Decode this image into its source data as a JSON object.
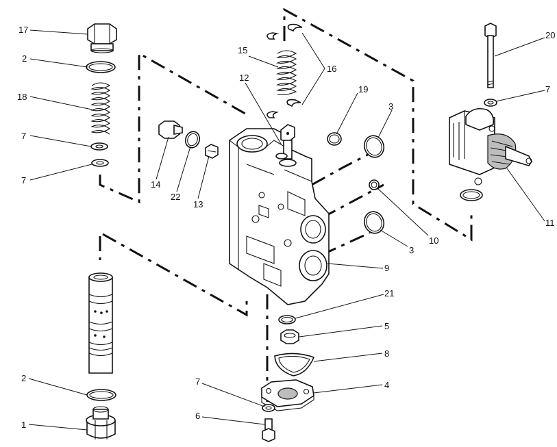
{
  "diagram": {
    "callouts": [
      {
        "id": "c17",
        "label": "17"
      },
      {
        "id": "c2a",
        "label": "2"
      },
      {
        "id": "c18",
        "label": "18"
      },
      {
        "id": "c7a",
        "label": "7"
      },
      {
        "id": "c7b",
        "label": "7"
      },
      {
        "id": "c14",
        "label": "14"
      },
      {
        "id": "c22",
        "label": "22"
      },
      {
        "id": "c13",
        "label": "13"
      },
      {
        "id": "c15",
        "label": "15"
      },
      {
        "id": "c12",
        "label": "12"
      },
      {
        "id": "c16",
        "label": "16"
      },
      {
        "id": "c19",
        "label": "19"
      },
      {
        "id": "c3a",
        "label": "3"
      },
      {
        "id": "c20",
        "label": "20"
      },
      {
        "id": "c7c",
        "label": "7"
      },
      {
        "id": "c11",
        "label": "11"
      },
      {
        "id": "c10",
        "label": "10"
      },
      {
        "id": "c3b",
        "label": "3"
      },
      {
        "id": "c9",
        "label": "9"
      },
      {
        "id": "c21",
        "label": "21"
      },
      {
        "id": "c5",
        "label": "5"
      },
      {
        "id": "c8",
        "label": "8"
      },
      {
        "id": "c4",
        "label": "4"
      },
      {
        "id": "c2b",
        "label": "2"
      },
      {
        "id": "c1",
        "label": "1"
      },
      {
        "id": "c7d",
        "label": "7"
      },
      {
        "id": "c6",
        "label": "6"
      }
    ]
  }
}
